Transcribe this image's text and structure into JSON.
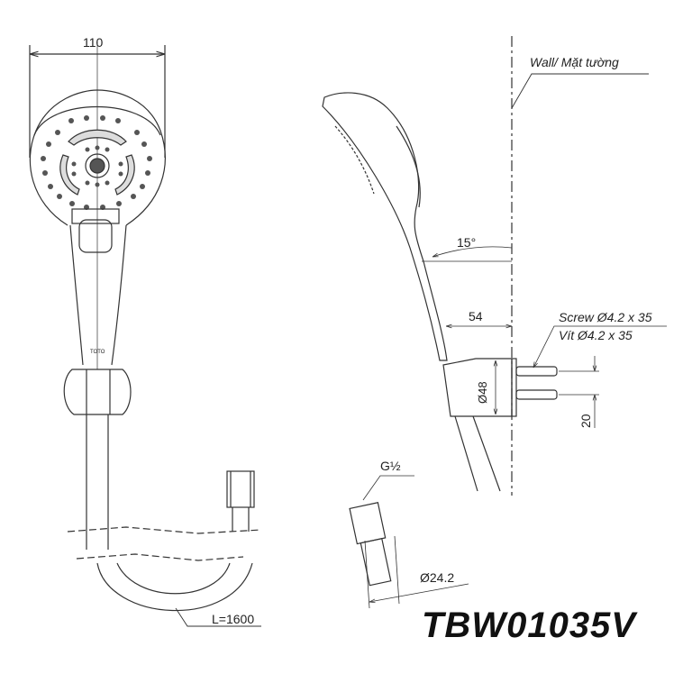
{
  "model": "TBW01035V",
  "dimensions": {
    "head_width": "110",
    "angle": "15°",
    "offset": "54",
    "holder_diameter": "Ø48",
    "screw_spacing": "20",
    "thread": "G½",
    "nut_diameter": "Ø24.2",
    "hose_length": "L=1600"
  },
  "labels": {
    "wall": "Wall/ Mặt tường",
    "screw_en": "Screw Ø4.2 x 35",
    "screw_vi": "Vít Ø4.2 x 35",
    "brand_mark": "TOTO"
  }
}
